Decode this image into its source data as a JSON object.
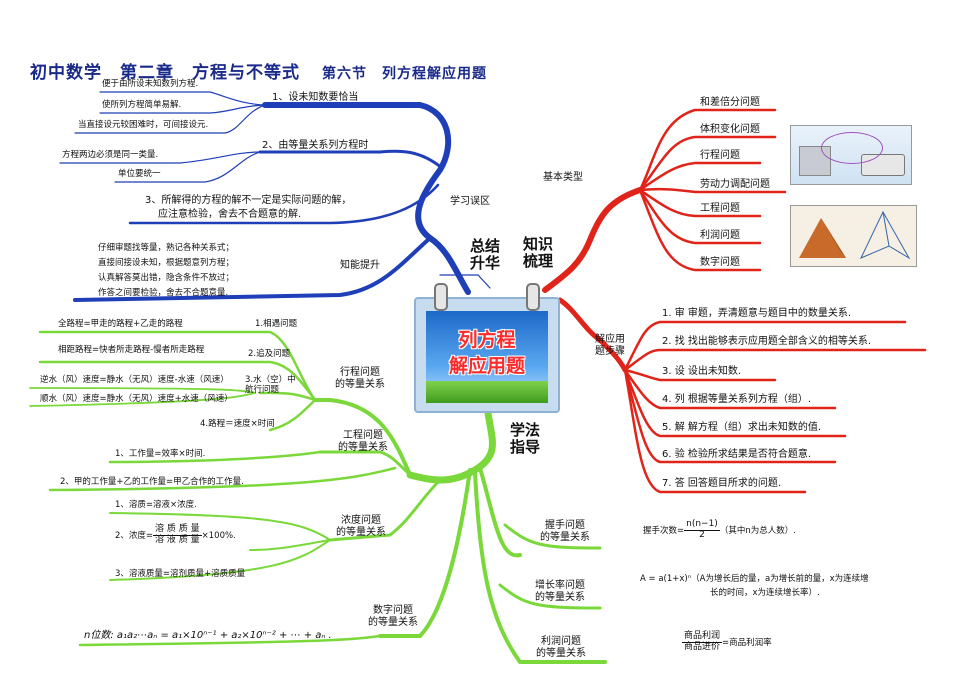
{
  "title": {
    "main": "初中数学　第二章　方程与不等式",
    "section": "第六节　列方程解应用题"
  },
  "center": {
    "line1": "列方程",
    "line2": "解应用题"
  },
  "branches": {
    "zongjie": "总结\n升华",
    "zhishi": "知识\n梳理",
    "xuefa": "学法\n指导"
  },
  "xuexi": {
    "label": "学习误区",
    "p1": "1、设未知数要恰当",
    "p1_notes": [
      "便于由所设未知数列方程.",
      "使所列方程简单易解.",
      "当直接设元较困难时，可间接设元."
    ],
    "p2": "2、由等量关系列方程时",
    "p2_notes": [
      "方程两边必须是同一类量.",
      "单位要统一"
    ],
    "p3_line1": "3、所解得的方程的解不一定是实际问题的解，",
    "p3_line2": "应注意检验，舍去不合题意的解."
  },
  "zhineng": {
    "label": "知能提升",
    "lines": [
      "仔细审题找等量，熟记各种关系式；",
      "直接间接设未知，根据题意列方程；",
      "认真解答莫出错，隐含条件不放过；",
      "作答之间要检验，舍去不合题意量."
    ]
  },
  "jiben": {
    "label": "基本类型",
    "items": [
      "和差倍分问题",
      "体积变化问题",
      "行程问题",
      "劳动力调配问题",
      "工程问题",
      "利润问题",
      "数字问题"
    ]
  },
  "buzhou": {
    "label": "解应用\n题步骤",
    "items": [
      "1. 审  审题，弄清题意与题目中的数量关系.",
      "2. 找  找出能够表示应用题全部含义的相等关系.",
      "3. 设  设出未知数.",
      "4. 列  根据等量关系列方程（组）.",
      "5. 解  解方程（组）求出未知数的值.",
      "6. 验  检验所求结果是否符合题意.",
      "7. 答  回答题目所求的问题."
    ]
  },
  "xingcheng": {
    "label": "行程问题\n的等量关系",
    "sub1": "1.相遇问题",
    "sub1_note": "全路程=甲走的路程+乙走的路程",
    "sub2": "2.追及问题",
    "sub2_note": "相距路程=快者所走路程-慢者所走路程",
    "sub3": "3.水（空）中\n航行问题",
    "sub3_notes": [
      "逆水（风）速度=静水（无风）速度-水速（风速）",
      "顺水（风）速度=静水（无风）速度+水速（风速）"
    ],
    "sub4": "4.路程＝速度×时间"
  },
  "gongcheng": {
    "label": "工程问题\n的等量关系",
    "items": [
      "1、工作量=效率×时间.",
      "2、甲的工作量+乙的工作量=甲乙合作的工作量."
    ]
  },
  "nongdu": {
    "label": "浓度问题\n的等量关系",
    "item1": "1、溶质=溶液×浓度.",
    "item2_prefix": "2、浓度=",
    "item2_num": "溶 质 质 量",
    "item2_den": "溶 液 质 量",
    "item2_suffix": "×100%.",
    "item3": "3、溶液质量=溶剂质量+溶质质量"
  },
  "shuzi": {
    "label": "数字问题\n的等量关系",
    "formula": "n位数: a₁a₂⋯aₙ = a₁×10ⁿ⁻¹ + a₂×10ⁿ⁻² + ⋯ + aₙ ."
  },
  "woshou": {
    "label": "握手问题\n的等量关系",
    "prefix": "握手次数=",
    "num": "n(n−1)",
    "den": "2",
    "suffix": "（其中n为总人数）."
  },
  "zengzhang": {
    "label": "增长率问题\n的等量关系",
    "line1": "A = a(1+x)ⁿ（A为增长后的量，a为增长前的量，x为连续增",
    "line2": "长的时间，x为连续增长率）."
  },
  "lirun": {
    "label": "利润问题\n的等量关系",
    "num": "商品利润",
    "den": "商品进价",
    "suffix": "=商品利润率"
  },
  "colors": {
    "blue": "#1f3fb8",
    "red": "#e0241a",
    "green": "#7ad83a",
    "title": "#1a2a8a"
  }
}
